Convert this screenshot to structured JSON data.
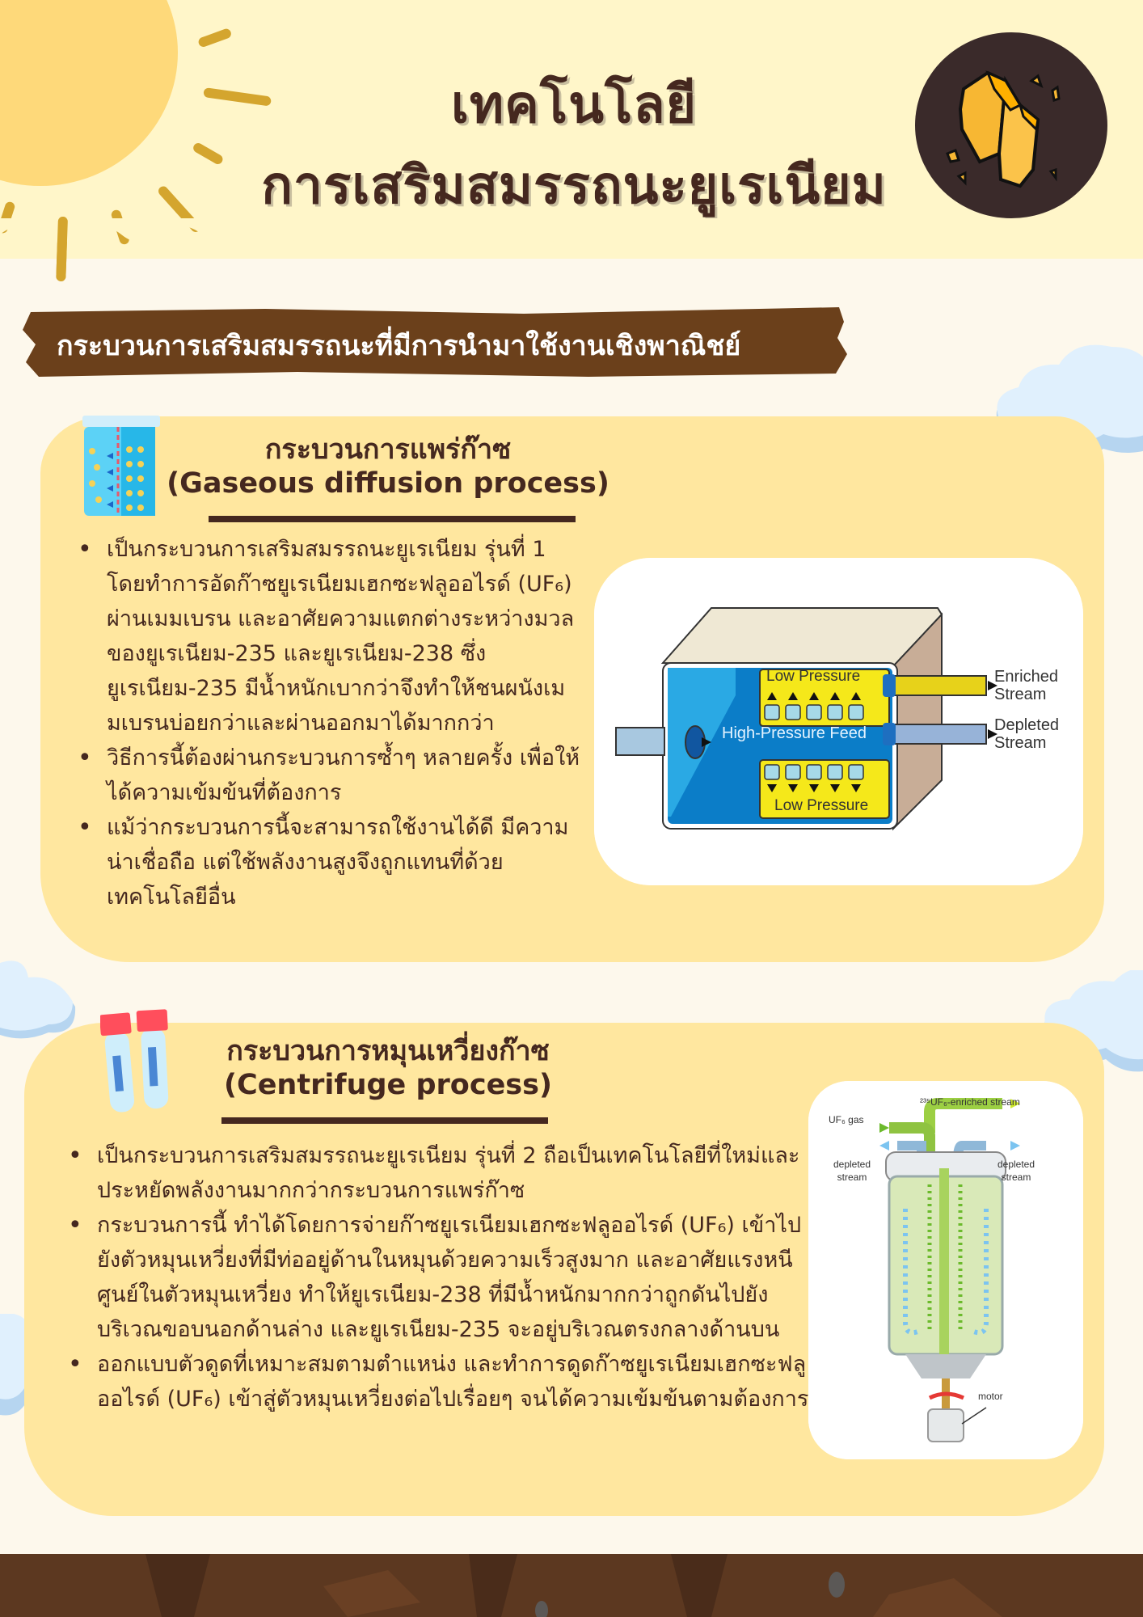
{
  "header": {
    "title_line1": "เทคโนโลยี",
    "title_line2": "การเสริมสมรรถนะยูเรเนียม",
    "badge_icon": "uranium-ore-icon"
  },
  "banner": {
    "text": "กระบวนการเสริมสมรรถนะที่มีการนำมาใช้งานเชิงพาณิชย์"
  },
  "sections": [
    {
      "icon": "diffusion-beaker-icon",
      "title_th": "กระบวนการแพร่ก๊าซ",
      "title_en": "(Gaseous diffusion process)",
      "bullets": [
        "เป็นกระบวนการเสริมสมรรถนะยูเรเนียม รุ่นที่ 1 โดยทำการอัดก๊าซยูเรเนียมเฮกซะฟลูออไรด์ (UF₆) ผ่านเมมเบรน และอาศัยความแตกต่างระหว่างมวลของยูเรเนียม-235 และยูเรเนียม-238 ซึ่งยูเรเนียม-235 มีน้ำหนักเบากว่าจึงทำให้ชนผนังเมมเบรนบ่อยกว่าและผ่านออกมาได้มากกว่า",
        "วิธีการนี้ต้องผ่านกระบวนการซ้ำๆ หลายครั้ง เพื่อให้ได้ความเข้มข้นที่ต้องการ",
        "แม้ว่ากระบวนการนี้จะสามารถใช้งานได้ดี มีความน่าเชื่อถือ แต่ใช้พลังงานสูงจึงถูกแทนที่ด้วยเทคโนโลยีอื่น"
      ],
      "diagram": {
        "low_pressure_top": "Low Pressure",
        "low_pressure_bottom": "Low Pressure",
        "feed": "High-Pressure Feed",
        "enriched": "Enriched Stream",
        "depleted": "Depleted Stream"
      }
    },
    {
      "icon": "test-tubes-icon",
      "title_th": "กระบวนการหมุนเหวี่ยงก๊าซ",
      "title_en": "(Centrifuge process)",
      "bullets": [
        "เป็นกระบวนการเสริมสมรรถนะยูเรเนียม รุ่นที่ 2 ถือเป็นเทคโนโลยีที่ใหม่และประหยัดพลังงานมากกว่ากระบวนการแพร่ก๊าซ",
        "กระบวนการนี้ ทำได้โดยการจ่ายก๊าซยูเรเนียมเฮกซะฟลูออไรด์ (UF₆) เข้าไปยังตัวหมุนเหวี่ยงที่มีท่ออยู่ด้านในหมุนด้วยความเร็วสูงมาก และอาศัยแรงหนีศูนย์ในตัวหมุนเหวี่ยง ทำให้ยูเรเนียม-238 ที่มีน้ำหนักมากกว่าถูกดันไปยังบริเวณขอบนอกด้านล่าง และยูเรเนียม-235 จะอยู่บริเวณตรงกลางด้านบน",
        "ออกแบบตัวดูดที่เหมาะสมตามตำแหน่ง และทำการดูดก๊าซยูเรเนียมเฮกซะฟลูออไรด์ (UF₆) เข้าสู่ตัวหมุนเหวี่ยงต่อไปเรื่อยๆ จนได้ความเข้มข้นตามต้องการ"
      ],
      "diagram": {
        "enriched": "²³⁵UF₆-enriched stream",
        "gas": "UF₆ gas",
        "depleted_left": "depleted stream",
        "depleted_right": "depleted stream",
        "motor": "motor"
      }
    }
  ],
  "colors": {
    "header_bg": "#fff6c9",
    "page_bg": "#fdf8ec",
    "card_bg": "#ffe79f",
    "text": "#45281f",
    "banner": "#6b401b",
    "footer": "#5c3820"
  }
}
